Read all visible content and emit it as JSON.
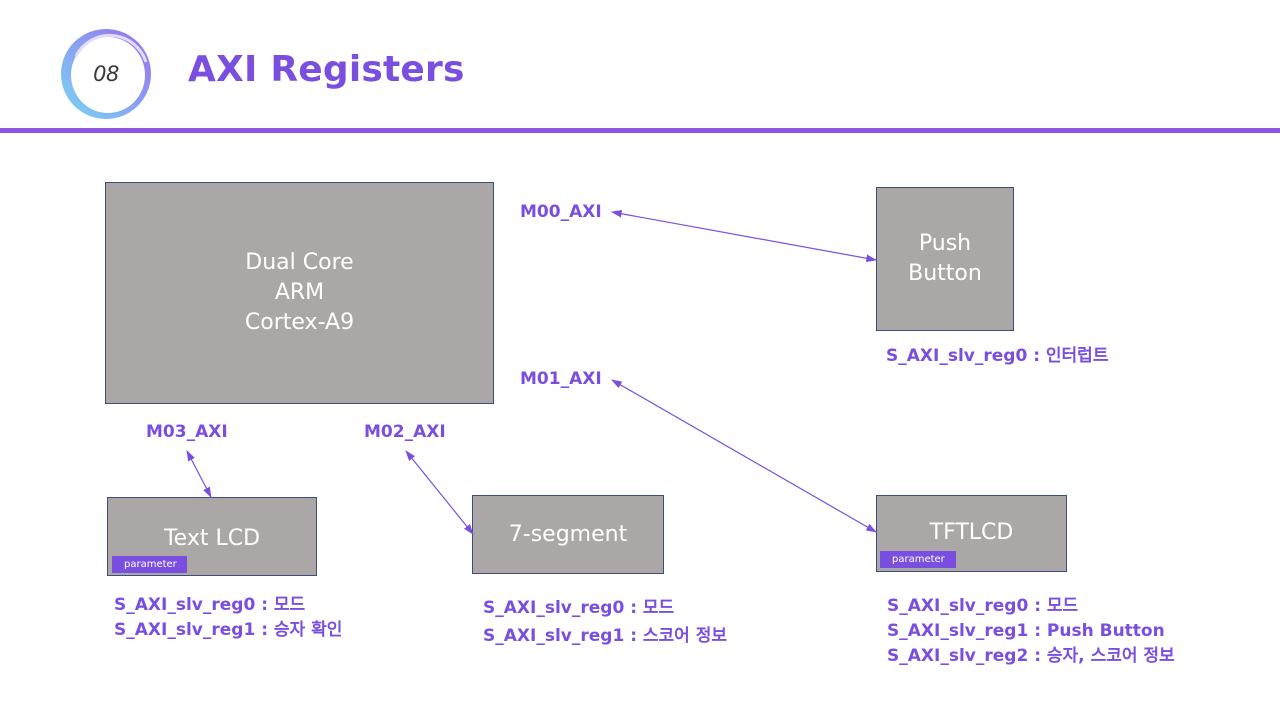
{
  "slide": {
    "number": "08",
    "title": "AXI Registers"
  },
  "colors": {
    "accent": "#7a4fe0",
    "box_fill": "#aba7a6",
    "box_border": "#3b4f7a"
  },
  "boxes": {
    "arm": "Dual Core\nARM\nCortex-A9",
    "push_button": "Push\nButton",
    "text_lcd": "Text LCD",
    "seven_segment": "7-segment",
    "tftlcd": "TFTLCD",
    "parameter_label": "parameter"
  },
  "ports": {
    "m00": "M00_AXI",
    "m01": "M01_AXI",
    "m02": "M02_AXI",
    "m03": "M03_AXI"
  },
  "registers": {
    "push_button": [
      "S_AXI_slv_reg0 : 인터럽트"
    ],
    "text_lcd": [
      "S_AXI_slv_reg0 : 모드",
      "S_AXI_slv_reg1 : 승자 확인"
    ],
    "seven_segment": [
      "S_AXI_slv_reg0 : 모드",
      "S_AXI_slv_reg1 : 스코어 정보"
    ],
    "tftlcd": [
      "S_AXI_slv_reg0 : 모드",
      "S_AXI_slv_reg1 : Push Button",
      "S_AXI_slv_reg2 : 승자, 스코어 정보"
    ]
  }
}
